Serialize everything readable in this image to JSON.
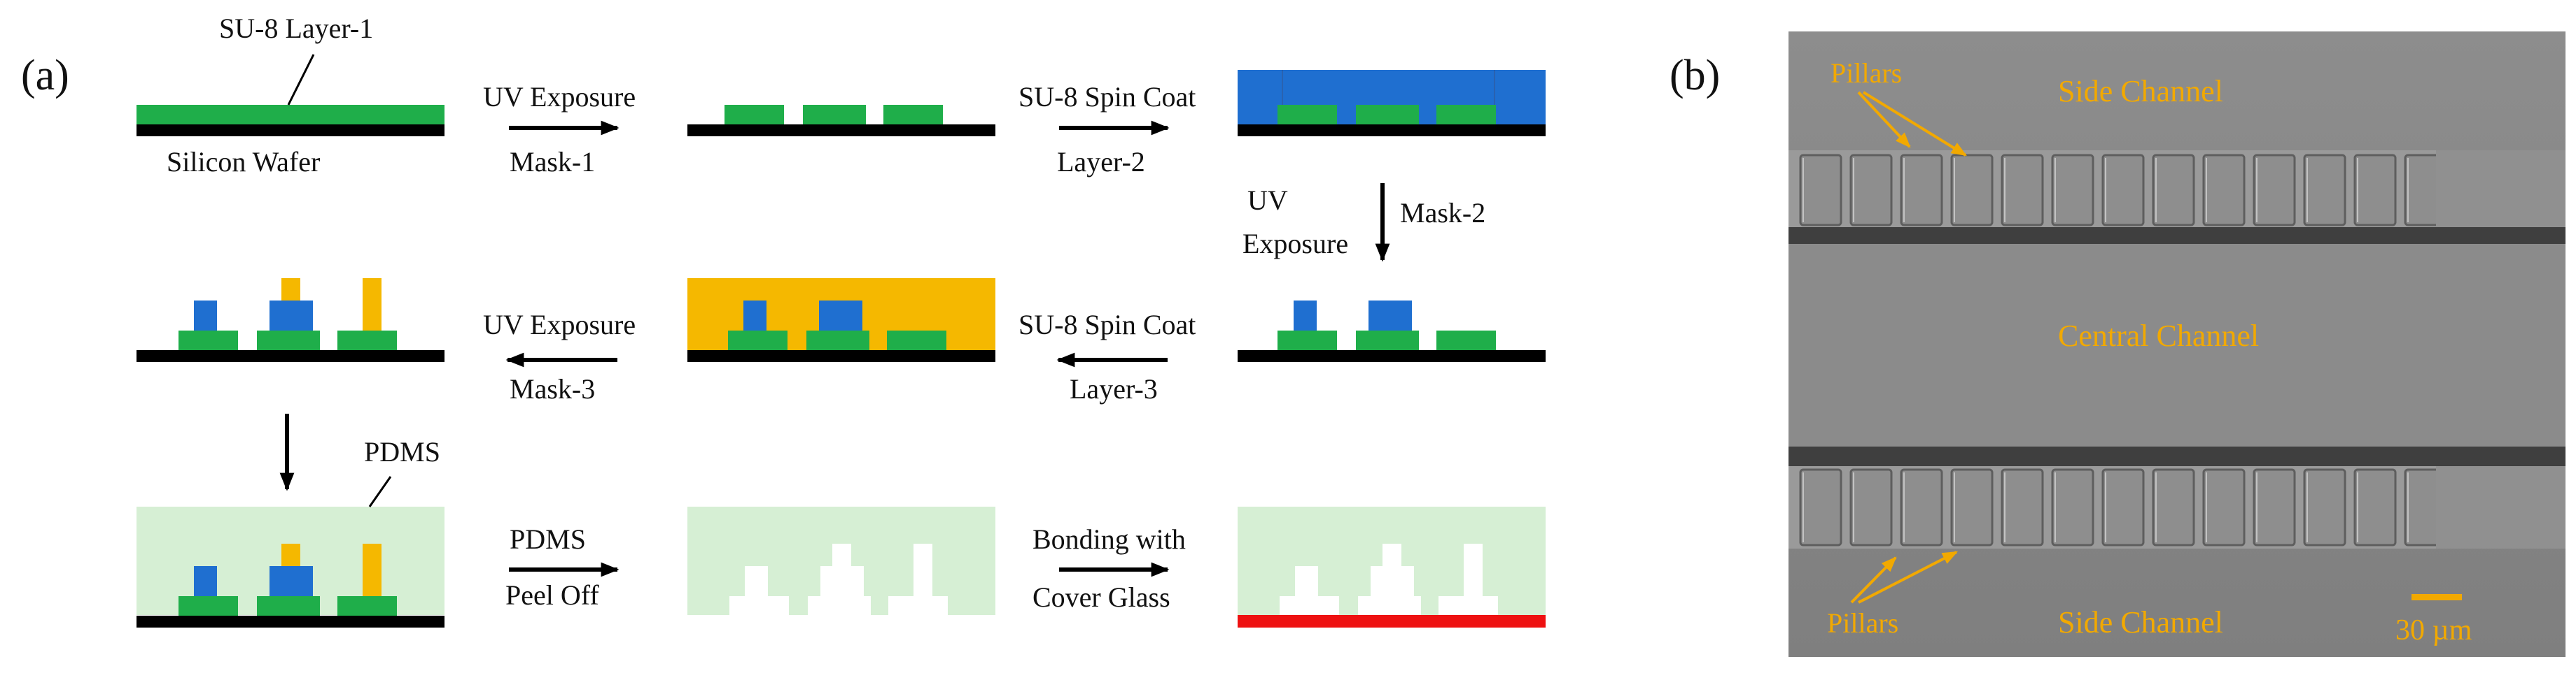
{
  "panel_a": {
    "label": "(a)",
    "labels": {
      "su8_layer1": "SU-8 Layer-1",
      "silicon_wafer": "Silicon Wafer",
      "pdms": "PDMS"
    },
    "steps": {
      "s1_top": "UV Exposure",
      "s1_bottom": "Mask-1",
      "s2_top": "SU-8 Spin Coat",
      "s2_bottom": "Layer-2",
      "s3_top1": "UV",
      "s3_top2": "Exposure",
      "s3_right": "Mask-2",
      "s4_top": "SU-8 Spin Coat",
      "s4_bottom": "Layer-3",
      "s5_top": "UV Exposure",
      "s5_bottom": "Mask-3",
      "s6_top": "PDMS",
      "s6_bottom": "Peel Off",
      "s7_top": "Bonding with",
      "s7_bottom": "Cover Glass"
    },
    "colors": {
      "wafer": "#000000",
      "su8_layer1": "#1fae4a",
      "su8_layer2": "#1f6fd0",
      "su8_layer3": "#f5b800",
      "pdms": "#d6efd4",
      "cover_glass": "#ee1111"
    }
  },
  "panel_b": {
    "label": "(b)",
    "annotations": {
      "pillars_top": "Pillars",
      "side_channel_top": "Side Channel",
      "central_channel": "Central Channel",
      "pillars_bottom": "Pillars",
      "side_channel_bottom": "Side Channel",
      "scale_bar": "30 µm"
    },
    "colors": {
      "annotation": "#f2a900",
      "background": "#8a8a8a"
    }
  }
}
